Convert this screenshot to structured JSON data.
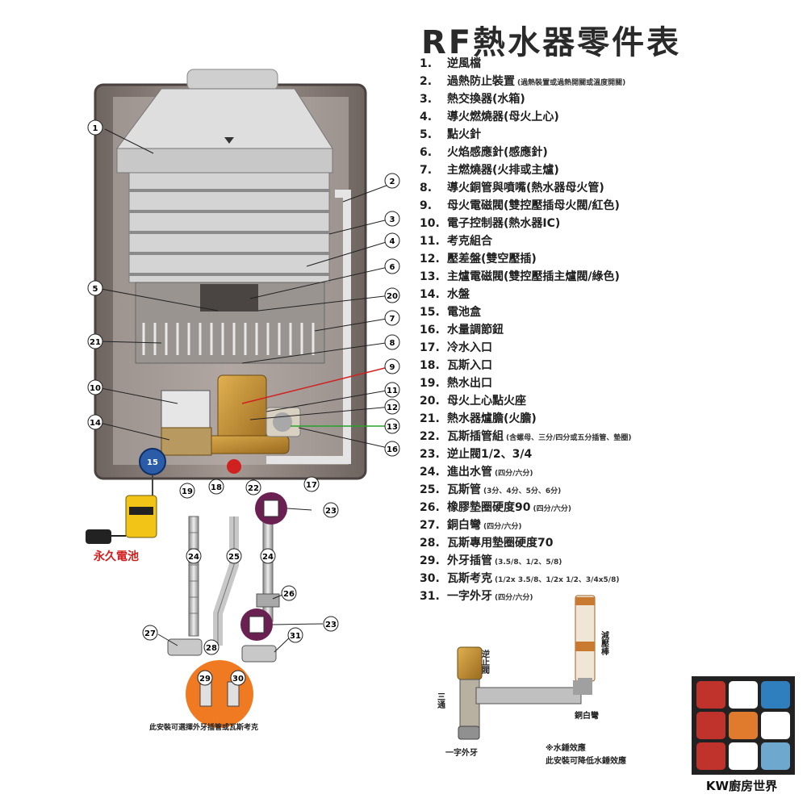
{
  "title": "RF熱水器零件表",
  "parts": [
    {
      "num": "1.",
      "name": "逆風檔",
      "note": ""
    },
    {
      "num": "2.",
      "name": "過熱防止裝置",
      "note": "(過熱裝置或過熱開關或溫度開關)"
    },
    {
      "num": "3.",
      "name": "熱交換器(水箱)",
      "note": ""
    },
    {
      "num": "4.",
      "name": "導火燃燒器(母火上心)",
      "note": ""
    },
    {
      "num": "5.",
      "name": "點火針",
      "note": ""
    },
    {
      "num": "6.",
      "name": "火焰感應針(感應針)",
      "note": ""
    },
    {
      "num": "7.",
      "name": "主燃燒器(火排或主爐)",
      "note": ""
    },
    {
      "num": "8.",
      "name": "導火銅管與噴嘴(熱水器母火管)",
      "note": ""
    },
    {
      "num": "9.",
      "name": "母火電磁閥(雙控壓插母火閥/紅色)",
      "note": ""
    },
    {
      "num": "10.",
      "name": "電子控制器(熱水器IC)",
      "note": ""
    },
    {
      "num": "11.",
      "name": "考克組合",
      "note": ""
    },
    {
      "num": "12.",
      "name": "壓差盤(雙空壓插)",
      "note": ""
    },
    {
      "num": "13.",
      "name": "主爐電磁閥(雙控壓插主爐閥/綠色)",
      "note": ""
    },
    {
      "num": "14.",
      "name": "水盤",
      "note": ""
    },
    {
      "num": "15.",
      "name": "電池盒",
      "note": ""
    },
    {
      "num": "16.",
      "name": "水量調節鈕",
      "note": ""
    },
    {
      "num": "17.",
      "name": "冷水入口",
      "note": ""
    },
    {
      "num": "18.",
      "name": "瓦斯入口",
      "note": ""
    },
    {
      "num": "19.",
      "name": "熱水出口",
      "note": ""
    },
    {
      "num": "20.",
      "name": "母火上心點火座",
      "note": ""
    },
    {
      "num": "21.",
      "name": "熱水器爐膽(火膽)",
      "note": ""
    },
    {
      "num": "22.",
      "name": "瓦斯插管組",
      "note": "(含螺母、三分/四分或五分插管、墊圈)"
    },
    {
      "num": "23.",
      "name": "逆止閥1/2、3/4",
      "note": ""
    },
    {
      "num": "24.",
      "name": "進出水管",
      "note": "(四分/六分)"
    },
    {
      "num": "25.",
      "name": "瓦斯管",
      "note": "(3分、4分、5分、6分)"
    },
    {
      "num": "26.",
      "name": "橡膠墊圈硬度90",
      "note": "(四分/六分)"
    },
    {
      "num": "27.",
      "name": "銅白彎",
      "note": "(四分/六分)"
    },
    {
      "num": "28.",
      "name": "瓦斯專用墊圈硬度70",
      "note": ""
    },
    {
      "num": "29.",
      "name": "外牙插管",
      "note": "(3.5/8、1/2、5/8)"
    },
    {
      "num": "30.",
      "name": "瓦斯考克",
      "note": "(1/2x 3.5/8、1/2x 1/2、3/4x5/8)"
    },
    {
      "num": "31.",
      "name": "一字外牙",
      "note": "(四分/六分)"
    }
  ],
  "callouts": [
    "1",
    "2",
    "3",
    "4",
    "6",
    "5",
    "20",
    "7",
    "21",
    "8",
    "9",
    "10",
    "11",
    "12",
    "14",
    "13",
    "16",
    "15",
    "19",
    "18",
    "22",
    "17",
    "23",
    "24",
    "25",
    "24",
    "26",
    "27",
    "31",
    "23",
    "28",
    "29",
    "30"
  ],
  "battery_label": "永久電池",
  "install_note": "此安裝可選擇外牙插管或瓦斯考克",
  "kit_labels": {
    "check_valve": "逆止閥",
    "pressure_rod": "減壓棒",
    "tee": "三通",
    "elbow": "銅白彎",
    "male_thread": "一字外牙",
    "effect_1": "※水錘效應",
    "effect_2": "此安裝可降低水錘效應"
  },
  "logo": {
    "text": "KW廚房世界",
    "cells": [
      "#c0332c",
      "#ffffff",
      "#2f7fbf",
      "#c0332c",
      "#e07b2e",
      "#ffffff",
      "#c0332c",
      "#ffffff",
      "#6fa8cf"
    ]
  },
  "colors": {
    "cabinet": "#8a7f7a",
    "pointer_red": "#d02020",
    "pointer_green": "#2aa02a",
    "orange_disc": "#f07a22",
    "purple_badge": "#6a2050",
    "brass": "#c89030"
  }
}
